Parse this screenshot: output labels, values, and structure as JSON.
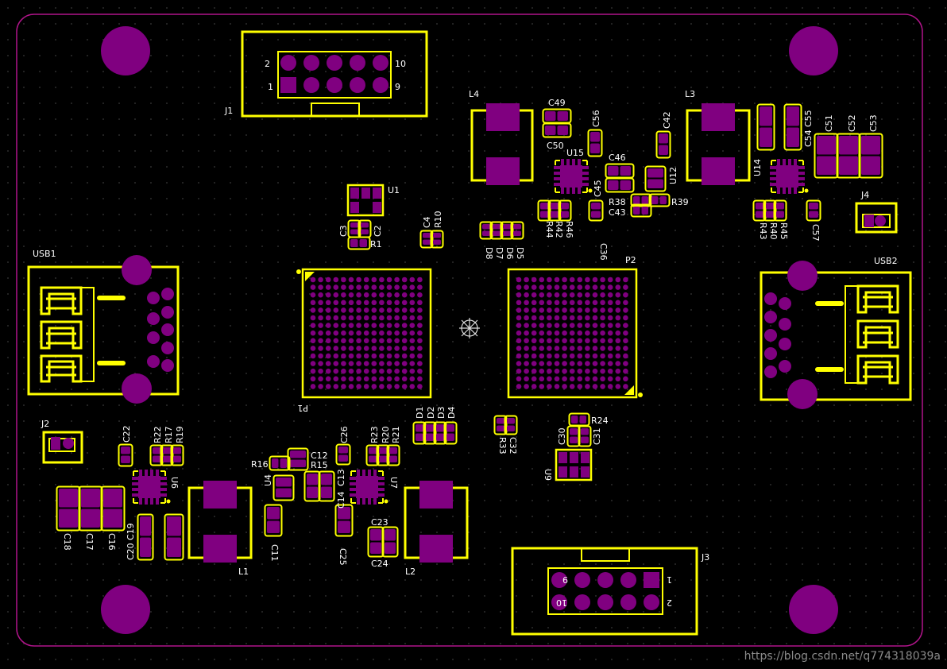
{
  "colors": {
    "background": "#000000",
    "grid_dot": "#3a3a3a",
    "silkscreen": "#ffff00",
    "copper_pad": "#800080",
    "board_outline": "#b0148a",
    "watermark": "#8a8a8a"
  },
  "watermark": "https://blog.csdn.net/q774318039a",
  "designators": {
    "J1": "J1",
    "J2": "J2",
    "J3": "J3",
    "J4": "J4",
    "USB1": "USB1",
    "USB2": "USB2",
    "L1": "L1",
    "L2": "L2",
    "L3": "L3",
    "L4": "L4",
    "U1": "U1",
    "U4": "U4",
    "U6": "U6",
    "U7": "U7",
    "U9": "U9",
    "U12": "U12",
    "U14": "U14",
    "U15": "U15",
    "P1": "P1",
    "P2": "P2",
    "R1": "R1",
    "R10": "R10",
    "R15": "R15",
    "R16": "R16",
    "R17": "R17",
    "R19": "R19",
    "R20": "R20",
    "R21": "R21",
    "R22": "R22",
    "R23": "R23",
    "R24": "R24",
    "R33": "R33",
    "R38": "R38",
    "R39": "R39",
    "R40": "R40",
    "R42": "R42",
    "R43": "R43",
    "R44": "R44",
    "R45": "R45",
    "R46": "R46",
    "C2": "C2",
    "C3": "C3",
    "C4": "C4",
    "C11": "C11",
    "C12": "C12",
    "C13": "C13",
    "C14": "C14",
    "C16": "C16",
    "C17": "C17",
    "C18": "C18",
    "C19": "C19",
    "C20": "C20",
    "C22": "C22",
    "C23": "C23",
    "C24": "C24",
    "C25": "C25",
    "C26": "C26",
    "C30": "C30",
    "C31": "C31",
    "C32": "C32",
    "C36": "C36",
    "C42": "C42",
    "C43": "C43",
    "C45": "C45",
    "C46": "C46",
    "C49": "C49",
    "C50": "C50",
    "C51": "C51",
    "C52": "C52",
    "C53": "C53",
    "C54": "C54",
    "C55": "C55",
    "C56": "C56",
    "C57": "C57",
    "D1": "D1",
    "D2": "D2",
    "D3": "D3",
    "D4": "D4",
    "D5": "D5",
    "D6": "D6",
    "D7": "D7",
    "D8": "D8"
  },
  "pin_labels": {
    "j1_pin2": "2",
    "j1_pin1": "1",
    "j1_pin10": "10",
    "j1_pin9": "9",
    "j3_pin9": "9",
    "j3_pin10": "10",
    "j3_pin1": "1",
    "j3_pin2": "2"
  }
}
